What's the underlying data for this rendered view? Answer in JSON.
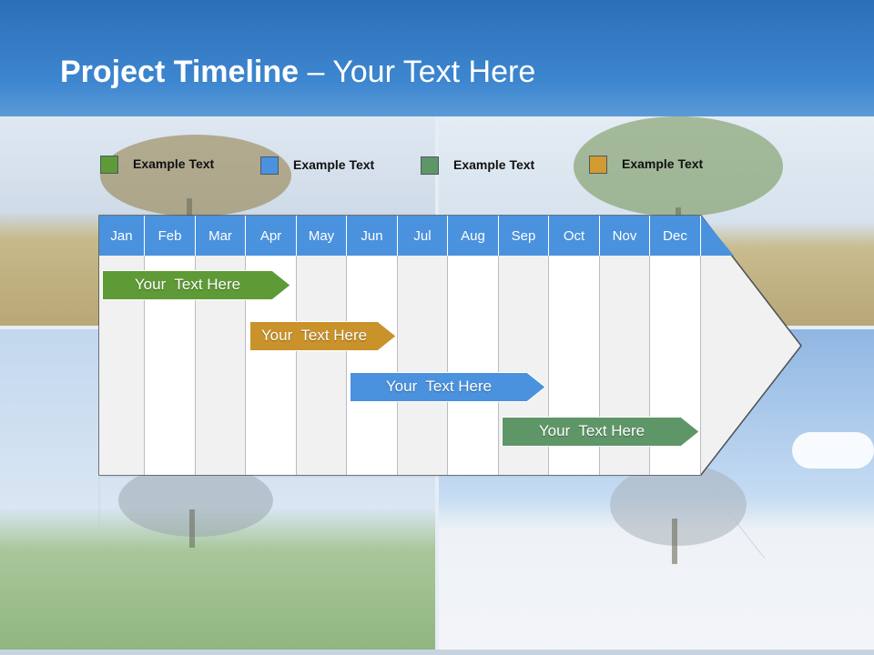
{
  "header": {
    "title_bold": "Project Timeline",
    "title_rest": " – Your Text Here"
  },
  "legend": [
    {
      "label": "Example Text",
      "color": "#5e9a36"
    },
    {
      "label": "Example Text",
      "color": "#4a92de"
    },
    {
      "label": "Example Text",
      "color": "#5f9668"
    },
    {
      "label": "Example Text",
      "color": "#d39a32"
    }
  ],
  "timeline": {
    "months": [
      "Jan",
      "Feb",
      "Mar",
      "Apr",
      "May",
      "Jun",
      "Jul",
      "Aug",
      "Sep",
      "Oct",
      "Nov",
      "Dec"
    ],
    "tasks": [
      {
        "label": "Your  Text Here",
        "color": "#5e9a36",
        "start_month": "Jan",
        "end_month": "Apr"
      },
      {
        "label": "Your  Text Here",
        "color": "#c9922a",
        "start_month": "Apr",
        "end_month": "Jun"
      },
      {
        "label": "Your  Text Here",
        "color": "#4a92de",
        "start_month": "Jun",
        "end_month": "Sep"
      },
      {
        "label": "Your  Text Here",
        "color": "#5f9668",
        "start_month": "Sep",
        "end_month": "Dec"
      }
    ]
  }
}
